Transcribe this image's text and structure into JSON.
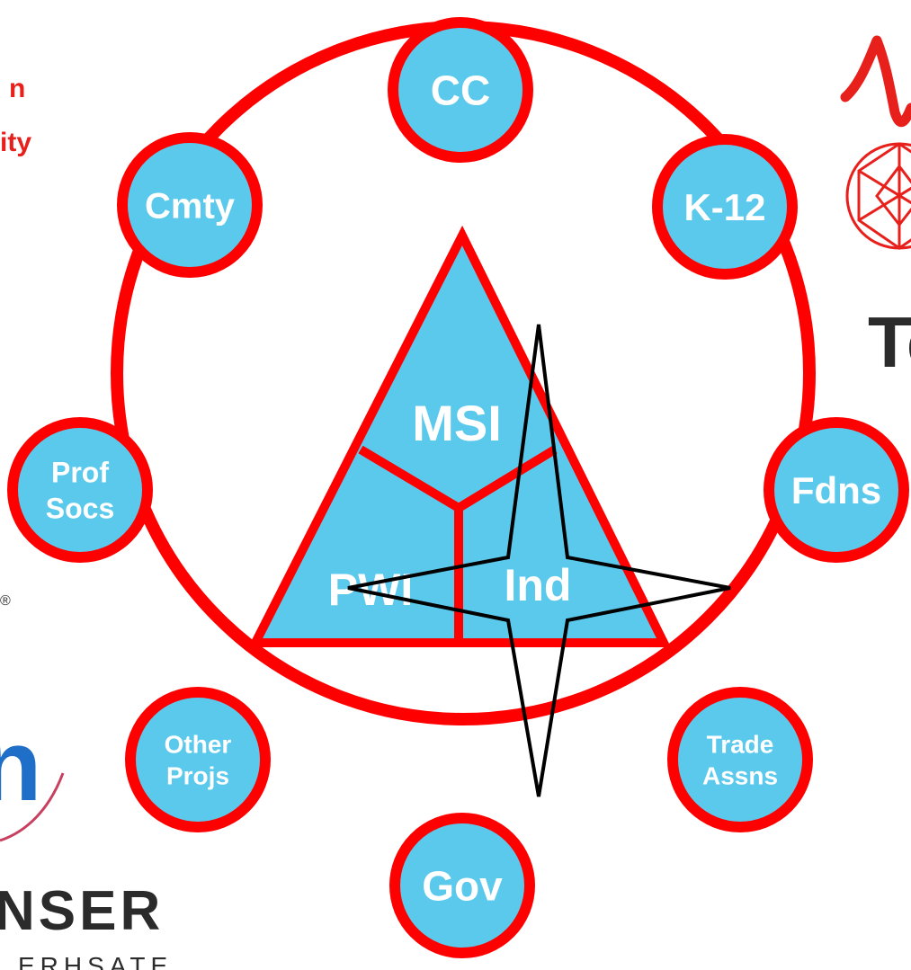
{
  "colors": {
    "ring": "#ff0000",
    "node_fill": "#5bc9ec",
    "label": "#ffffff",
    "star_stroke": "#000000",
    "partial_text": "#e8201c",
    "logo_blue": "#1f6ec8",
    "logo_dark": "#2b2b2b"
  },
  "ring_nodes": [
    {
      "id": "cc",
      "lines": [
        "CC"
      ]
    },
    {
      "id": "k12",
      "lines": [
        "K-12"
      ]
    },
    {
      "id": "fdns",
      "lines": [
        "Fdns"
      ]
    },
    {
      "id": "trade-assns",
      "lines": [
        "Trade",
        "Assns"
      ]
    },
    {
      "id": "gov",
      "lines": [
        "Gov"
      ]
    },
    {
      "id": "other-projs",
      "lines": [
        "Other",
        "Projs"
      ]
    },
    {
      "id": "prof-socs",
      "lines": [
        "Prof",
        "Socs"
      ]
    },
    {
      "id": "cmty",
      "lines": [
        "Cmty"
      ]
    }
  ],
  "triangle_sections": {
    "top": "MSI",
    "left": "PWI",
    "right": "Ind"
  },
  "left_edge_fragments": {
    "red_text_line1": "n",
    "red_text_line2": "ity",
    "registered_mark": "®",
    "blue_logo_fragment": "n",
    "bottom_logo_line1": "NSER",
    "bottom_logo_line2": "ERHSATE"
  },
  "right_edge_fragments": {
    "dark_logo_fragment": "Tc"
  },
  "icons": [
    "waveform-logo-icon",
    "geodesic-sphere-logo-icon",
    "four-point-star-icon",
    "swoosh-logo-icon"
  ]
}
